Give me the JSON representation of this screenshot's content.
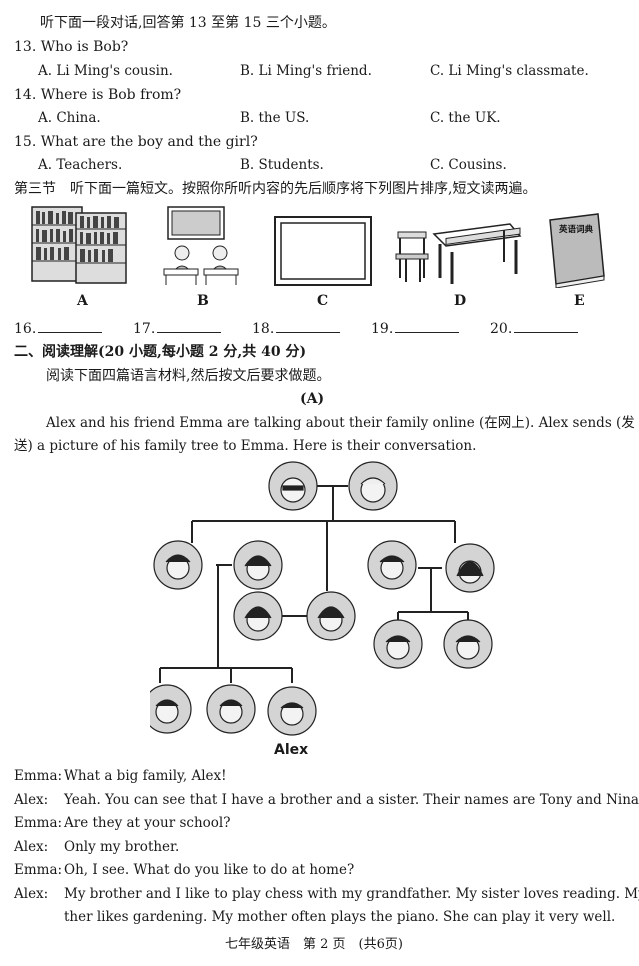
{
  "listening": {
    "intro": "听下面一段对话,回答第 13 至第 15 三个小题。",
    "questions": [
      {
        "q": "13. Who is Bob?",
        "a": "A. Li Ming's cousin.",
        "b": "B. Li Ming's friend.",
        "c": "C. Li Ming's classmate."
      },
      {
        "q": "14. Where is Bob from?",
        "a": "A. China.",
        "b": "B. the US.",
        "c": "C. the UK."
      },
      {
        "q": "15. What are the boy and the girl?",
        "a": "A. Teachers.",
        "b": "B. Students.",
        "c": "C. Cousins."
      }
    ],
    "section3": "第三节　听下面一篇短文。按照你所听内容的先后顺序将下列图片排序,短文读两遍。",
    "pictures": [
      "A",
      "B",
      "C",
      "D",
      "E"
    ],
    "dictionary_text": "英语词典",
    "blanks": [
      "16.",
      "17.",
      "18.",
      "19.",
      "20."
    ]
  },
  "reading": {
    "heading": "二、阅读理解(20 小题,每小题 2 分,共 40 分)",
    "instruction": "阅读下面四篇语言材料,然后按文后要求做题。",
    "passage_label": "(A)",
    "para_line1": "Alex and his friend Emma are talking about their family online (在网上). Alex sends (发",
    "para_line2": "送) a picture of his family tree to Emma. Here is their conversation.",
    "tree_caption": "Alex",
    "dialogue": [
      {
        "speaker": "Emma:",
        "text": "What a big family, Alex!"
      },
      {
        "speaker": "Alex:",
        "text": "Yeah. You can see that I have a brother and a sister. Their names are Tony and Nina."
      },
      {
        "speaker": "Emma:",
        "text": "Are they at your school?"
      },
      {
        "speaker": "Alex:",
        "text": "Only my brother."
      },
      {
        "speaker": "Emma:",
        "text": "Oh, I see. What do you like to do at home?"
      },
      {
        "speaker": "Alex:",
        "text": "My brother and I like to play chess with my grandfather. My sister loves reading. My fa-"
      }
    ],
    "dialogue_cont": "ther likes gardening. My mother often plays the piano. She can play it very well."
  },
  "footer": "七年级英语　第 2 页　(共6页)"
}
